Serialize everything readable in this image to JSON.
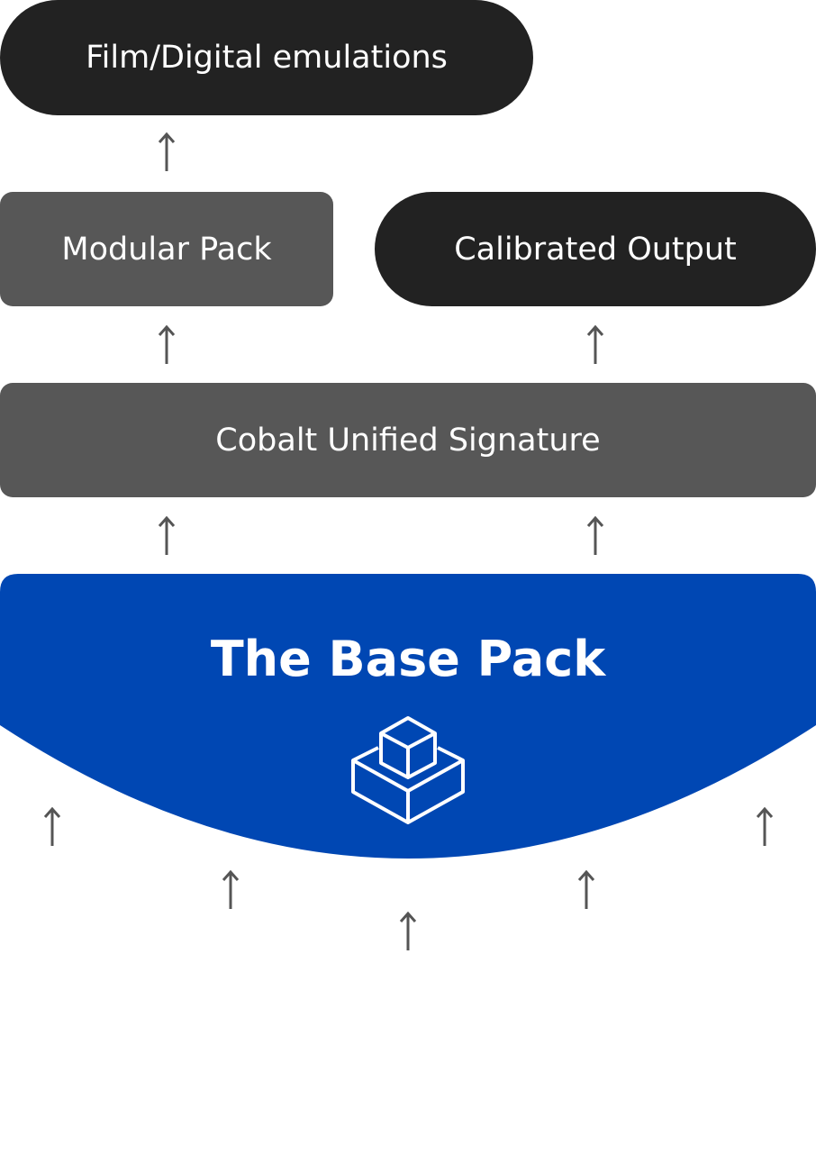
{
  "nodes": {
    "film_digital": "Film/Digital emulations",
    "modular_pack": "Modular Pack",
    "calibrated_output": "Calibrated Output",
    "cobalt_signature": "Cobalt Unified Signature",
    "base_pack": "The Base Pack"
  },
  "colors": {
    "dark": "#222222",
    "gray": "#575757",
    "blue": "#0047b3",
    "arrow": "#555555"
  },
  "icons": {
    "base_pack_icon": "stacked-boxes-icon",
    "arrow": "arrow-up-icon"
  }
}
